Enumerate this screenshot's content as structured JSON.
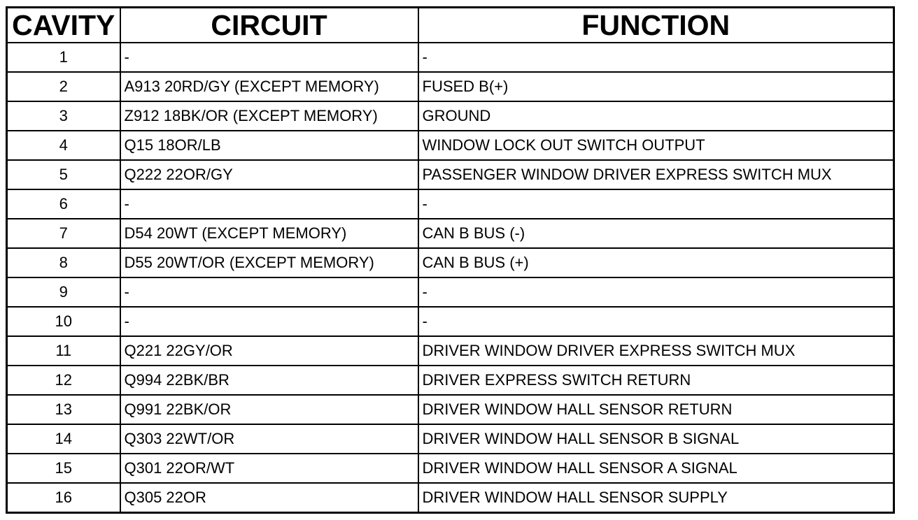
{
  "table": {
    "headers": {
      "cavity": "CAVITY",
      "circuit": "CIRCUIT",
      "function": "FUNCTION"
    },
    "rows": [
      {
        "cavity": "1",
        "circuit": "-",
        "function": "-"
      },
      {
        "cavity": "2",
        "circuit": "A913 20RD/GY (EXCEPT MEMORY)",
        "function": "FUSED B(+)"
      },
      {
        "cavity": "3",
        "circuit": "Z912 18BK/OR (EXCEPT MEMORY)",
        "function": "GROUND"
      },
      {
        "cavity": "4",
        "circuit": "Q15 18OR/LB",
        "function": "WINDOW LOCK OUT SWITCH OUTPUT"
      },
      {
        "cavity": "5",
        "circuit": "Q222 22OR/GY",
        "function": "PASSENGER WINDOW DRIVER EXPRESS SWITCH MUX"
      },
      {
        "cavity": "6",
        "circuit": "-",
        "function": "-"
      },
      {
        "cavity": "7",
        "circuit": "D54 20WT (EXCEPT MEMORY)",
        "function": "CAN B BUS (-)"
      },
      {
        "cavity": "8",
        "circuit": "D55 20WT/OR (EXCEPT MEMORY)",
        "function": "CAN B BUS (+)"
      },
      {
        "cavity": "9",
        "circuit": "-",
        "function": "-"
      },
      {
        "cavity": "10",
        "circuit": "-",
        "function": "-"
      },
      {
        "cavity": "11",
        "circuit": "Q221 22GY/OR",
        "function": "DRIVER WINDOW DRIVER EXPRESS SWITCH MUX"
      },
      {
        "cavity": "12",
        "circuit": "Q994 22BK/BR",
        "function": "DRIVER EXPRESS SWITCH RETURN"
      },
      {
        "cavity": "13",
        "circuit": "Q991 22BK/OR",
        "function": "DRIVER WINDOW HALL SENSOR RETURN"
      },
      {
        "cavity": "14",
        "circuit": "Q303 22WT/OR",
        "function": "DRIVER WINDOW HALL SENSOR B SIGNAL"
      },
      {
        "cavity": "15",
        "circuit": "Q301 22OR/WT",
        "function": "DRIVER WINDOW HALL SENSOR A SIGNAL"
      },
      {
        "cavity": "16",
        "circuit": "Q305 22OR",
        "function": "DRIVER WINDOW HALL SENSOR SUPPLY"
      }
    ]
  },
  "colors": {
    "text": "#000000",
    "border": "#000000",
    "background": "#ffffff"
  }
}
